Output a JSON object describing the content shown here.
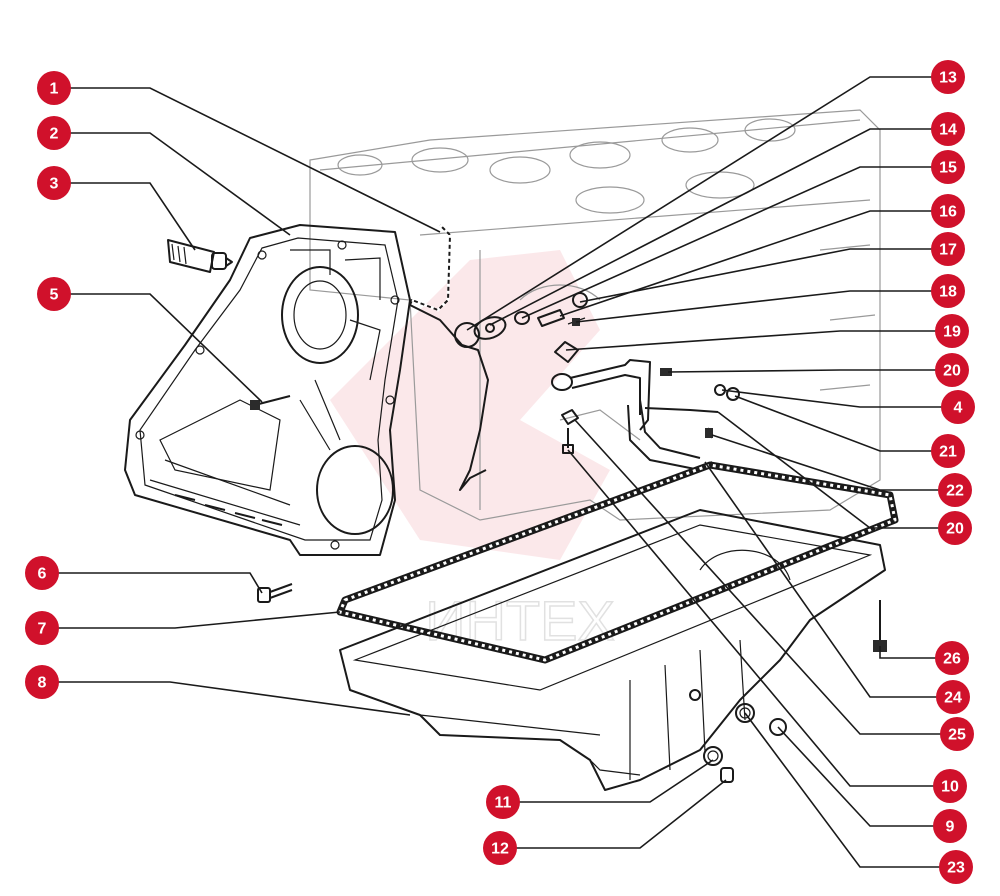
{
  "callouts": [
    {
      "id": "1",
      "label": "1"
    },
    {
      "id": "2",
      "label": "2"
    },
    {
      "id": "3",
      "label": "3"
    },
    {
      "id": "5",
      "label": "5"
    },
    {
      "id": "6",
      "label": "6"
    },
    {
      "id": "7",
      "label": "7"
    },
    {
      "id": "8",
      "label": "8"
    },
    {
      "id": "11",
      "label": "11"
    },
    {
      "id": "12",
      "label": "12"
    },
    {
      "id": "13",
      "label": "13"
    },
    {
      "id": "14",
      "label": "14"
    },
    {
      "id": "15",
      "label": "15"
    },
    {
      "id": "16",
      "label": "16"
    },
    {
      "id": "17",
      "label": "17"
    },
    {
      "id": "18",
      "label": "18"
    },
    {
      "id": "19",
      "label": "19"
    },
    {
      "id": "20a",
      "label": "20"
    },
    {
      "id": "4",
      "label": "4"
    },
    {
      "id": "21",
      "label": "21"
    },
    {
      "id": "22",
      "label": "22"
    },
    {
      "id": "20b",
      "label": "20"
    },
    {
      "id": "26",
      "label": "26"
    },
    {
      "id": "24",
      "label": "24"
    },
    {
      "id": "25",
      "label": "25"
    },
    {
      "id": "10",
      "label": "10"
    },
    {
      "id": "9",
      "label": "9"
    },
    {
      "id": "23",
      "label": "23"
    }
  ],
  "colors": {
    "callout": "#d0112b",
    "ink": "#1a1a1a",
    "watermark": "#f3b9bf"
  },
  "watermark_text": "ИНТЕХ"
}
